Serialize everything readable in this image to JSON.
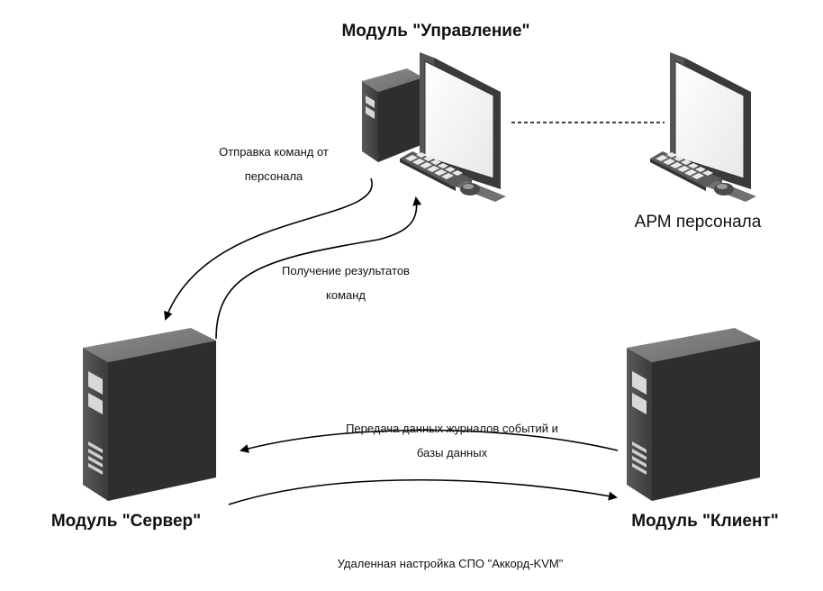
{
  "modules": {
    "control": "Модуль \"Управление\"",
    "server": "Модуль \"Сервер\"",
    "client": "Модуль \"Клиент\"",
    "workstation": "АРМ персонала"
  },
  "flows": {
    "send_commands": [
      "Отправка команд от",
      "персонала"
    ],
    "receive_results": [
      "Получение результатов",
      "команд"
    ],
    "transfer_logs": [
      "Передача данных журналов событий и",
      "базы данных"
    ],
    "remote_config": "Удаленная настройка СПО \"Аккорд-KVM\""
  },
  "icons": {
    "control": [
      "tower-pc-icon",
      "monitor-icon",
      "keyboard-icon",
      "mouse-icon"
    ],
    "workstation": [
      "monitor-icon",
      "keyboard-icon",
      "mouse-icon"
    ],
    "server": "server-tower-icon",
    "client": "server-tower-icon"
  }
}
